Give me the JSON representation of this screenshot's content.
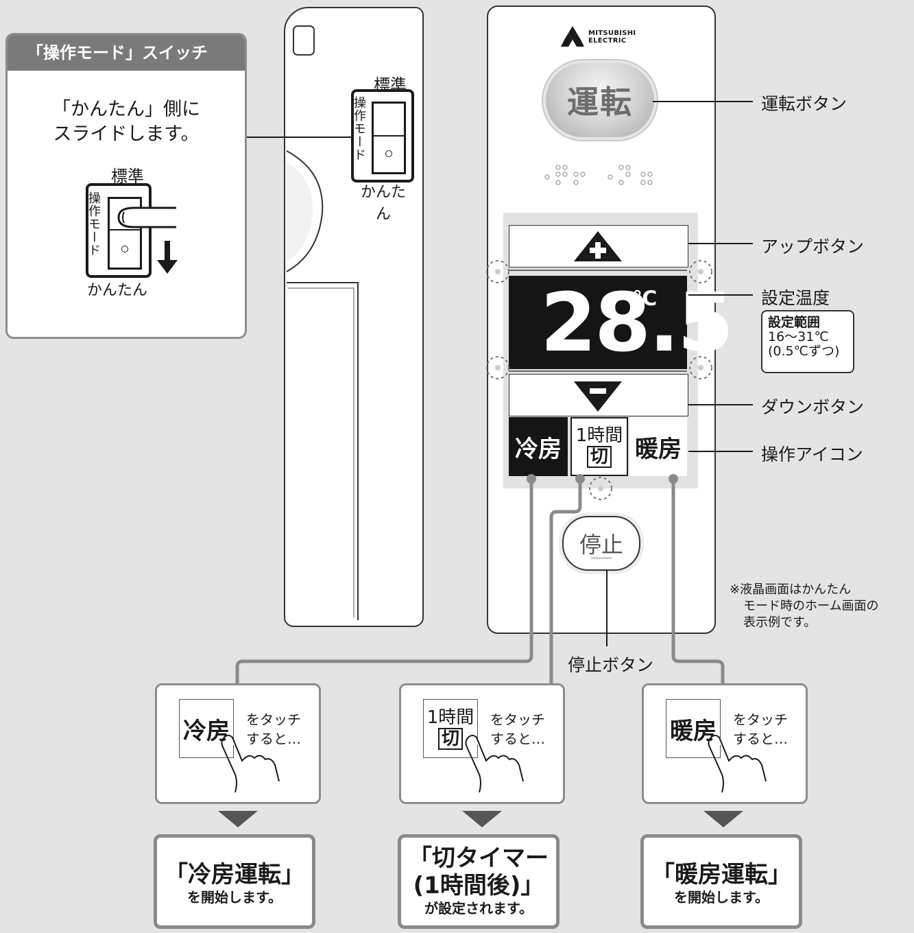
{
  "mode_switch_box": {
    "title": "「操作モード」スイッチ",
    "description_line1": "「かんたん」側に",
    "description_line2": "スライドします。",
    "switch_top_label": "標準",
    "switch_side_label": "操作モード",
    "switch_bottom_label": "かんたん"
  },
  "side_switch": {
    "top_label": "標準",
    "side_label": "操作モード",
    "bottom_label": "かんたん"
  },
  "remote": {
    "brand_line1": "MITSUBISHI",
    "brand_line2": "ELECTRIC",
    "run_button_text": "運転",
    "temperature": "28.5",
    "temperature_unit": "℃",
    "icon_cool": "冷房",
    "icon_timer_line1": "1時間",
    "icon_timer_line2": "切",
    "icon_heat": "暖房",
    "stop_button_text": "停止"
  },
  "callouts": {
    "run_button": "運転ボタン",
    "up_button": "アップボタン",
    "set_temp": "設定温度",
    "range_title": "設定範囲",
    "range_values": "16〜31℃",
    "range_step": "(0.5℃ずつ)",
    "down_button": "ダウンボタン",
    "operation_icon": "操作アイコン",
    "stop_button": "停止ボタン"
  },
  "note": {
    "line1": "※液晶画面はかんたん",
    "line2": "モード時のホーム画面の",
    "line3": "表示例です。"
  },
  "touch_panels": [
    {
      "icon": "冷房",
      "text1": "をタッチ",
      "text2": "すると…"
    },
    {
      "icon_line1": "1時間",
      "icon_line2": "切",
      "text1": "をタッチ",
      "text2": "すると…"
    },
    {
      "icon": "暖房",
      "text1": "をタッチ",
      "text2": "すると…"
    }
  ],
  "results": [
    {
      "main": "「冷房運転」",
      "sub": "を開始します。"
    },
    {
      "main1": "「切タイマー",
      "main2": "(1時間後)」",
      "sub": "が設定されます。"
    },
    {
      "main": "「暖房運転」",
      "sub": "を開始します。"
    }
  ]
}
